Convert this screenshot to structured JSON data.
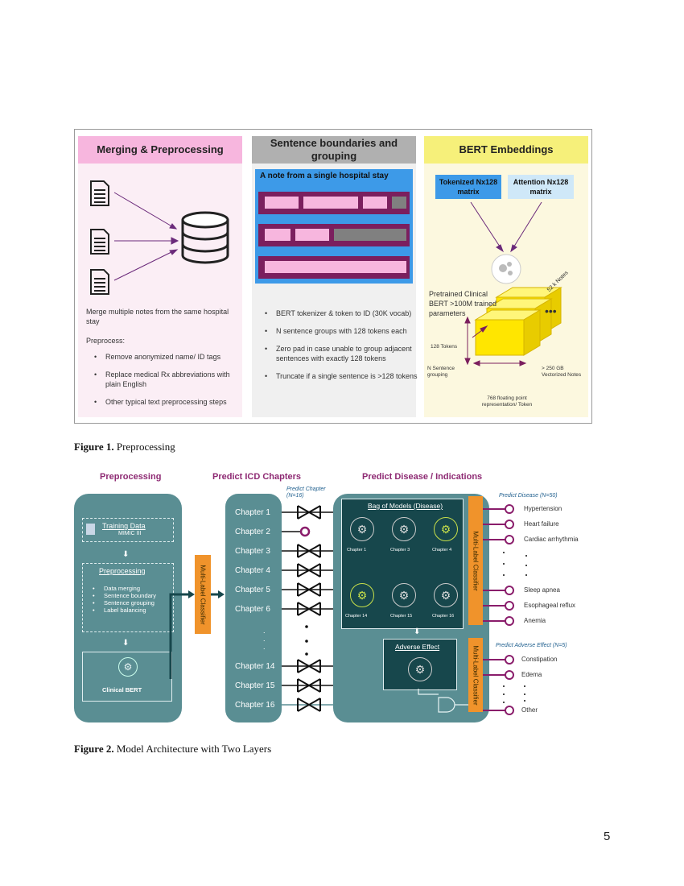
{
  "fig1": {
    "col1": {
      "title": "Merging & Preprocessing",
      "merge_text": "Merge multiple notes from the same hospital stay",
      "preprocess_label": "Preprocess:",
      "bullets": [
        "Remove anonymized name/ ID tags",
        "Replace medical Rx abbreviations with plain English",
        "Other typical text preprocessing steps"
      ]
    },
    "col2": {
      "title": "Sentence boundaries and grouping",
      "note_header": "A note from a single hospital stay",
      "bullets": [
        "BERT tokenizer & token to ID (30K vocab)",
        "N sentence groups with 128 tokens each",
        "Zero pad in case unable to group adjacent sentences with exactly 128 tokens",
        "Truncate if a single sentence is >128 tokens"
      ]
    },
    "col3": {
      "title": "BERT Embeddings",
      "tokenized": "Tokenized Nx128 matrix",
      "attention": "Attention Nx128 matrix",
      "pretrained": "Pretrained Clinical BERT >100M trained parameters",
      "notes_count": "52 k Notes",
      "tokens_128": "128 Tokens",
      "n_sentence": "N Sentence grouping",
      "gb": "> 250 GB Vectorized Notes",
      "floating": "768 floating point representation/ Token"
    }
  },
  "caption1": {
    "label": "Figure 1.",
    "text": " Preprocessing"
  },
  "fig2": {
    "headers": {
      "preprocessing": "Preprocessing",
      "icd": "Predict ICD Chapters",
      "disease": "Predict Disease / Indications"
    },
    "training_data": "Training Data",
    "mimic": "MIMIC III",
    "preprocessing_box": "Preprocessing",
    "prep_items": [
      "Data merging",
      "Sentence boundary",
      "Sentence grouping",
      "Label balancing"
    ],
    "clinical_bert": "Clinical BERT",
    "mlc": "Multi-Label Classifier",
    "predict_chapter": "Predict Chapter (N=16)",
    "chapters": [
      "Chapter 1",
      "Chapter 2",
      "Chapter 3",
      "Chapter 4",
      "Chapter 5",
      "Chapter 6",
      "Chapter 14",
      "Chapter 15",
      "Chapter 16"
    ],
    "bag_title": "Bag of Models (Disease)",
    "bag_labels": [
      "Chapter 1",
      "Chapter 3",
      "Chapter 4",
      "Chapter 14",
      "Chapter 15",
      "Chapter 16"
    ],
    "adverse": "Adverse Effect",
    "predict_disease": "Predict Disease (N=50)",
    "diseases": [
      "Hypertension",
      "Heart failure",
      "Cardiac arrhythmia",
      "Sleep apnea",
      "Esophageal reflux",
      "Anemia"
    ],
    "predict_adverse": "Predict Adverse Effect (N=5)",
    "adverse_items": [
      "Constipation",
      "Edema",
      "Other"
    ]
  },
  "caption2": {
    "label": "Figure 2.",
    "text": " Model Architecture with Two Layers"
  },
  "page_number": "5",
  "colors": {
    "pink": "#f7b6de",
    "gray": "#b0b0b0",
    "yellow": "#f6f07a",
    "blue": "#3d9ae8",
    "maroon": "#7b1f5e",
    "teal": "#5a8e93",
    "dark_teal": "#17474c",
    "orange": "#f0932b",
    "purple": "#8a1d6b",
    "header_purple": "#8e2a73"
  }
}
